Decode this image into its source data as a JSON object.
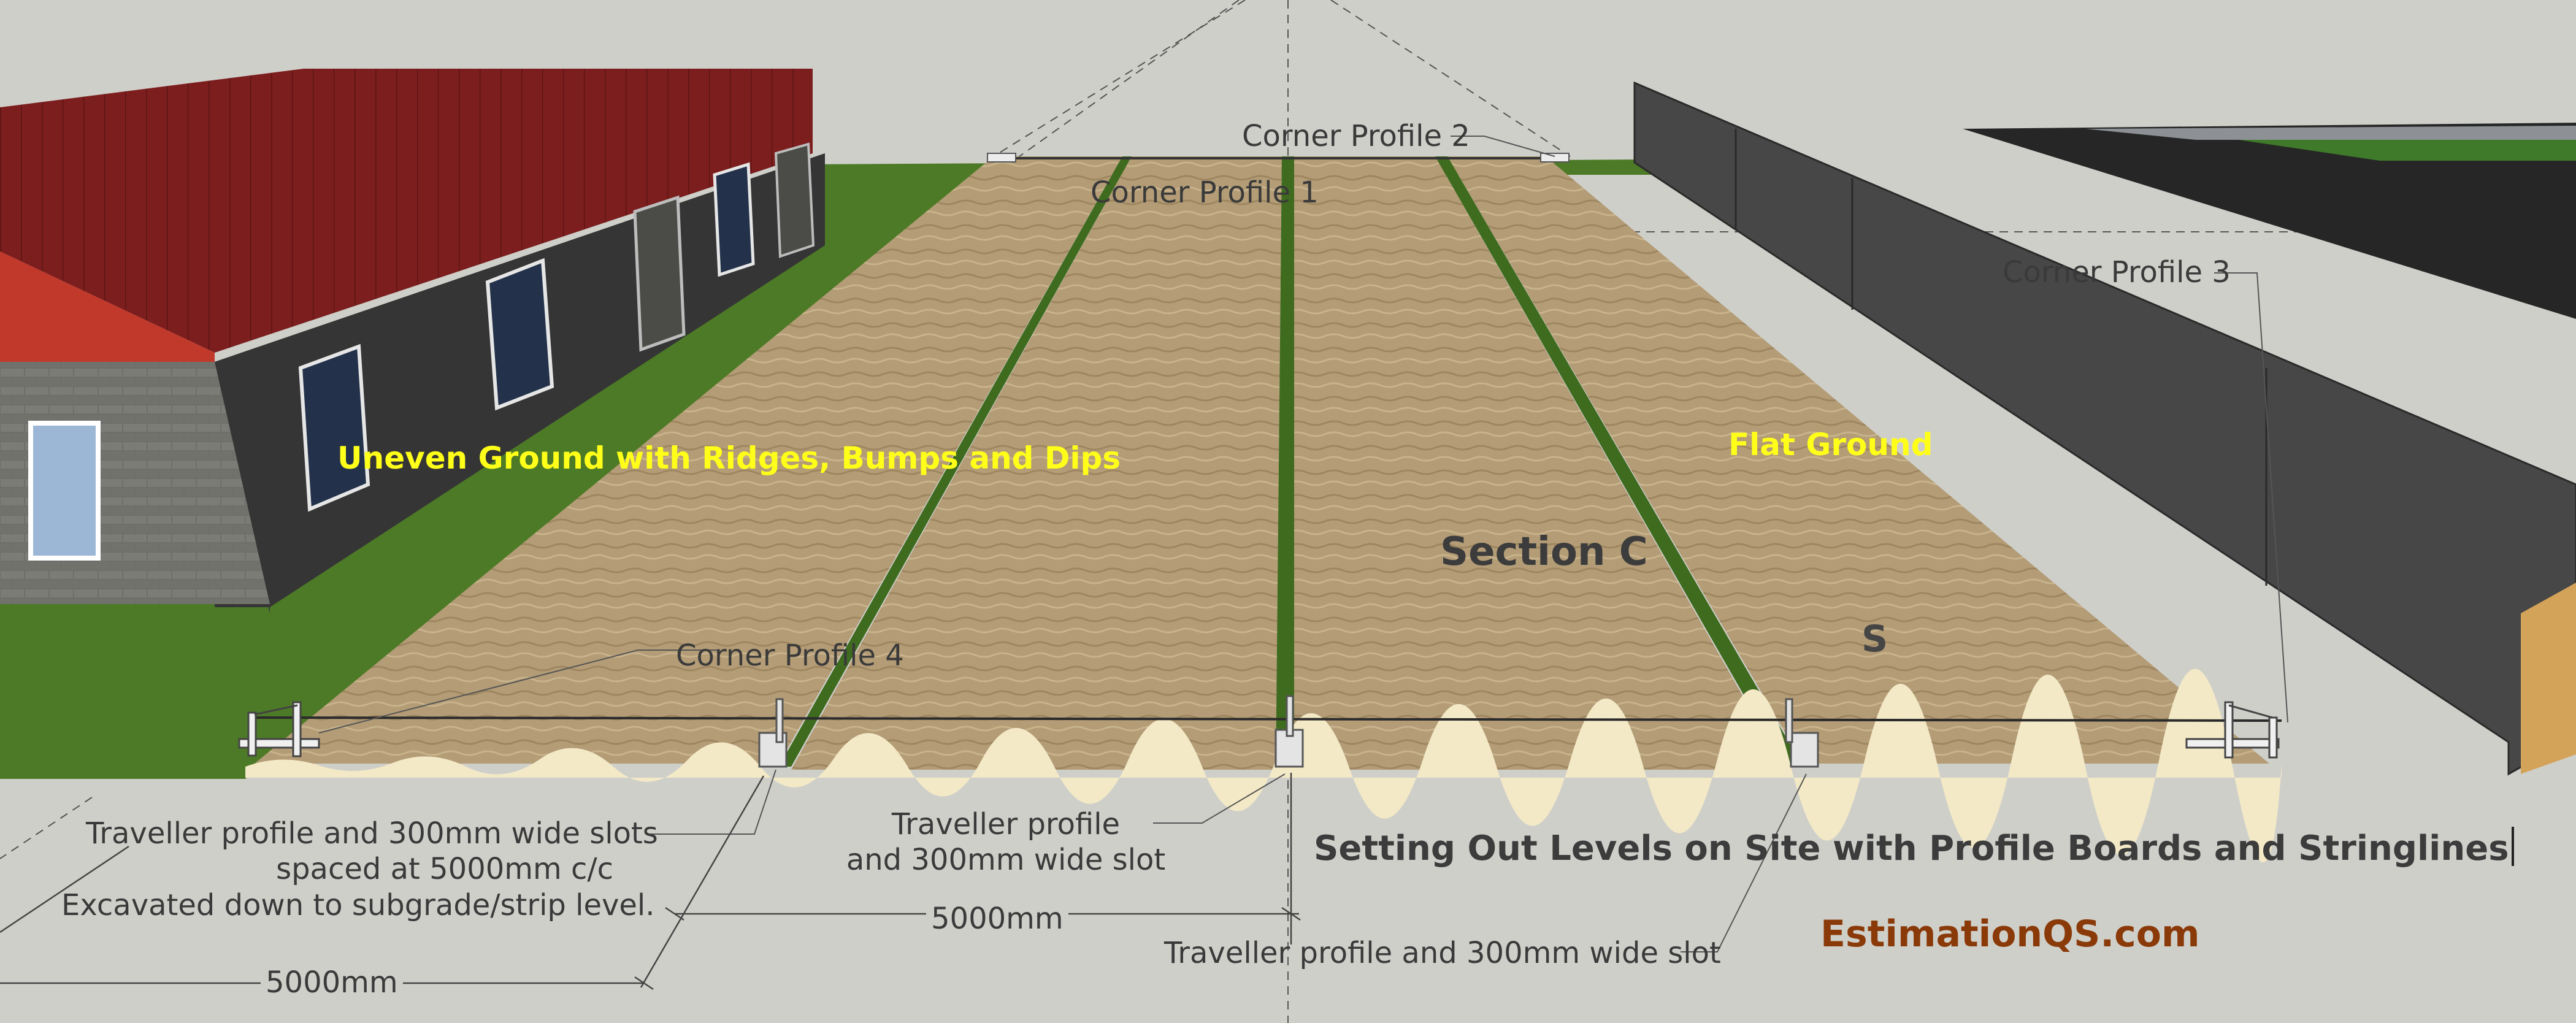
{
  "labels": {
    "corner_profile_1": "Corner Profile 1",
    "corner_profile_2": "Corner Profile 2",
    "corner_profile_3": "Corner Profile 3",
    "corner_profile_4": "Corner Profile 4",
    "uneven_ground": "Uneven Ground with Ridges, Bumps and Dips",
    "flat_ground": "Flat Ground",
    "section_c": "Section C",
    "section_partial": "S",
    "traveller_left_1": "Traveller profile and 300mm wide slots",
    "traveller_left_2": "spaced at 5000mm c/c",
    "traveller_left_3": "Excavated down to subgrade/strip level.",
    "traveller_mid_1": "Traveller profile",
    "traveller_mid_2": "and 300mm wide slot",
    "traveller_right": "Traveller profile and 300mm wide slot",
    "dim_outer": "5000mm",
    "dim_inner": "5000mm",
    "diagram_title": "Setting Out Levels on Site with Profile Boards and Stringlines",
    "brand": "EstimationQS.com"
  },
  "colors": {
    "background": "#cfcfca",
    "grass": "#4d7a26",
    "soil": "#b39c76",
    "roof": "#7c1e1e",
    "wall": "#3b3b3b",
    "label_yellow": "#ffff1a",
    "brand": "#8a3a08"
  }
}
